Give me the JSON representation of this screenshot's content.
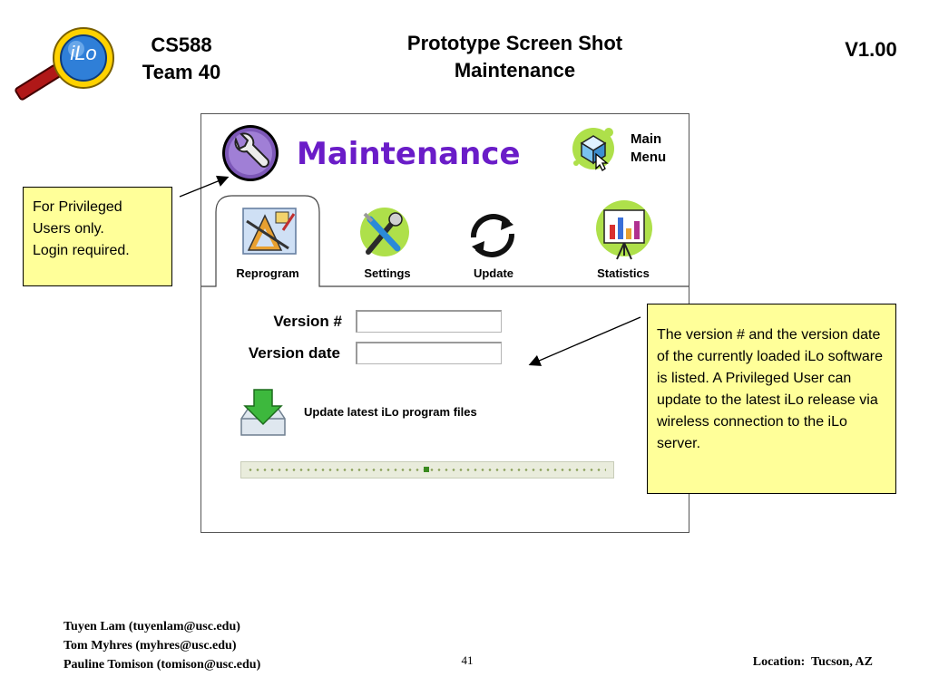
{
  "header": {
    "course_line1": "CS588",
    "course_line2": "Team 40",
    "title_line1": "Prototype Screen Shot",
    "title_line2": "Maintenance",
    "version": "V1.00",
    "logo_text": "iLo"
  },
  "screen": {
    "title": "Maintenance",
    "main_menu_line1": "Main",
    "main_menu_line2": "Menu",
    "tabs": [
      {
        "label": "Reprogram",
        "icon": "drafting-tools-icon",
        "active": true
      },
      {
        "label": "Settings",
        "icon": "wrench-screwdriver-icon",
        "active": false
      },
      {
        "label": "Update",
        "icon": "refresh-icon",
        "active": false
      },
      {
        "label": "Statistics",
        "icon": "easel-chart-icon",
        "active": false
      }
    ],
    "version_label": "Version #",
    "version_value": "",
    "version_date_label": "Version date",
    "version_date_value": "",
    "update_label": "Update latest iLo program files",
    "progress": 0.5
  },
  "notes": {
    "privileged": [
      "For Privileged",
      "Users only.",
      "Login required."
    ],
    "version_info": "The version # and the version date of the currently loaded iLo software is listed. A Privileged User can update to the latest iLo release via wireless connection to the iLo server."
  },
  "footer": {
    "names": [
      "Tuyen Lam (tuyenlam@usc.edu)",
      "Tom Myhres (myhres@usc.edu)",
      "Pauline Tomison (tomison@usc.edu)"
    ],
    "page_number": "41",
    "location": "Location:  Tucson, AZ"
  }
}
